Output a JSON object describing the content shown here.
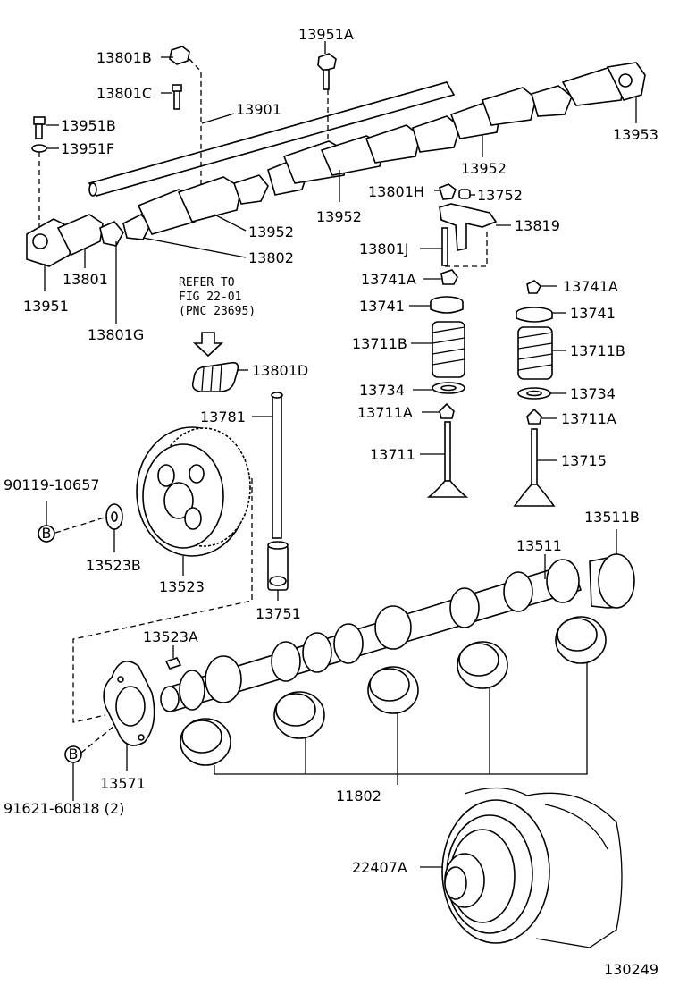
{
  "labels": {
    "p13801B": "13801B",
    "p13801C": "13801C",
    "p13951A": "13951A",
    "p13901": "13901",
    "p13951B": "13951B",
    "p13951F": "13951F",
    "p13953": "13953",
    "p13952a": "13952",
    "p13952b": "13952",
    "p13952c": "13952",
    "p13801H": "13801H",
    "p13752": "13752",
    "p13819": "13819",
    "p13802": "13802",
    "p13801J": "13801J",
    "p13801": "13801",
    "p13951": "13951",
    "p13801G": "13801G",
    "p13741A_l": "13741A",
    "p13741A_r": "13741A",
    "p13741_l": "13741",
    "p13741_r": "13741",
    "p13711B_l": "13711B",
    "p13711B_r": "13711B",
    "p13801D": "13801D",
    "p13734_l": "13734",
    "p13734_r": "13734",
    "p13711A_l": "13711A",
    "p13711A_r": "13711A",
    "p13781": "13781",
    "p13711": "13711",
    "p13715": "13715",
    "p90119": "90119-10657",
    "p13523B": "13523B",
    "p13523": "13523",
    "p13511B": "13511B",
    "p13511": "13511",
    "p13751": "13751",
    "p13523A": "13523A",
    "p13571": "13571",
    "p91621": "91621-60818 (2)",
    "p11802": "11802",
    "p22407A": "22407A",
    "fig_id": "130249"
  },
  "refer": {
    "line1": "REFER TO",
    "line2": "FIG 22-01",
    "line3": "(PNC 23695)"
  },
  "markers": {
    "b1": "B",
    "b2": "B"
  }
}
